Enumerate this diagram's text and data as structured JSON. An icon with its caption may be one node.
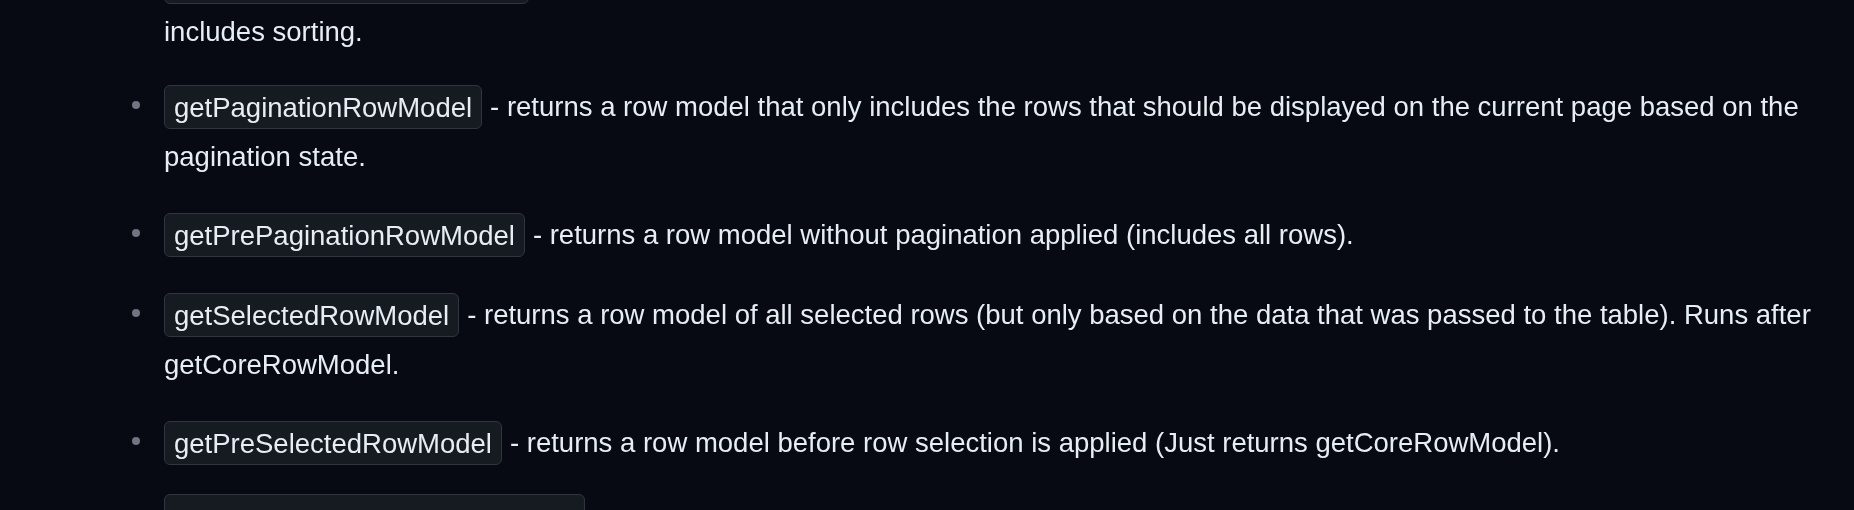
{
  "diagram": {
    "nodes": [
      {
        "text": [],
        "shape": "box",
        "beside": [
          "includes sorting."
        ]
      },
      {
        "text": [
          "getPaginationRowModel"
        ],
        "beside": [
          "- returns a row model that only includes the rows that should be displayed on the current page based on the pagination state."
        ]
      },
      {
        "text": [
          "getPrePaginationRowModel"
        ],
        "beside": [
          "- returns a row model without pagination applied (includes all rows)."
        ]
      },
      {
        "text": [
          "getSelectedRowModel"
        ],
        "beside": [
          "- returns a row model of all selected rows (but only based on the data that was passed to the table). Runs after getCoreRowModel."
        ]
      },
      {
        "text": [
          "getPreSelectedRowModel"
        ],
        "beside": [
          "- returns a row model before row selection is applied (Just returns getCoreRowModel)."
        ]
      },
      {
        "text": [],
        "shape": "box"
      }
    ]
  }
}
